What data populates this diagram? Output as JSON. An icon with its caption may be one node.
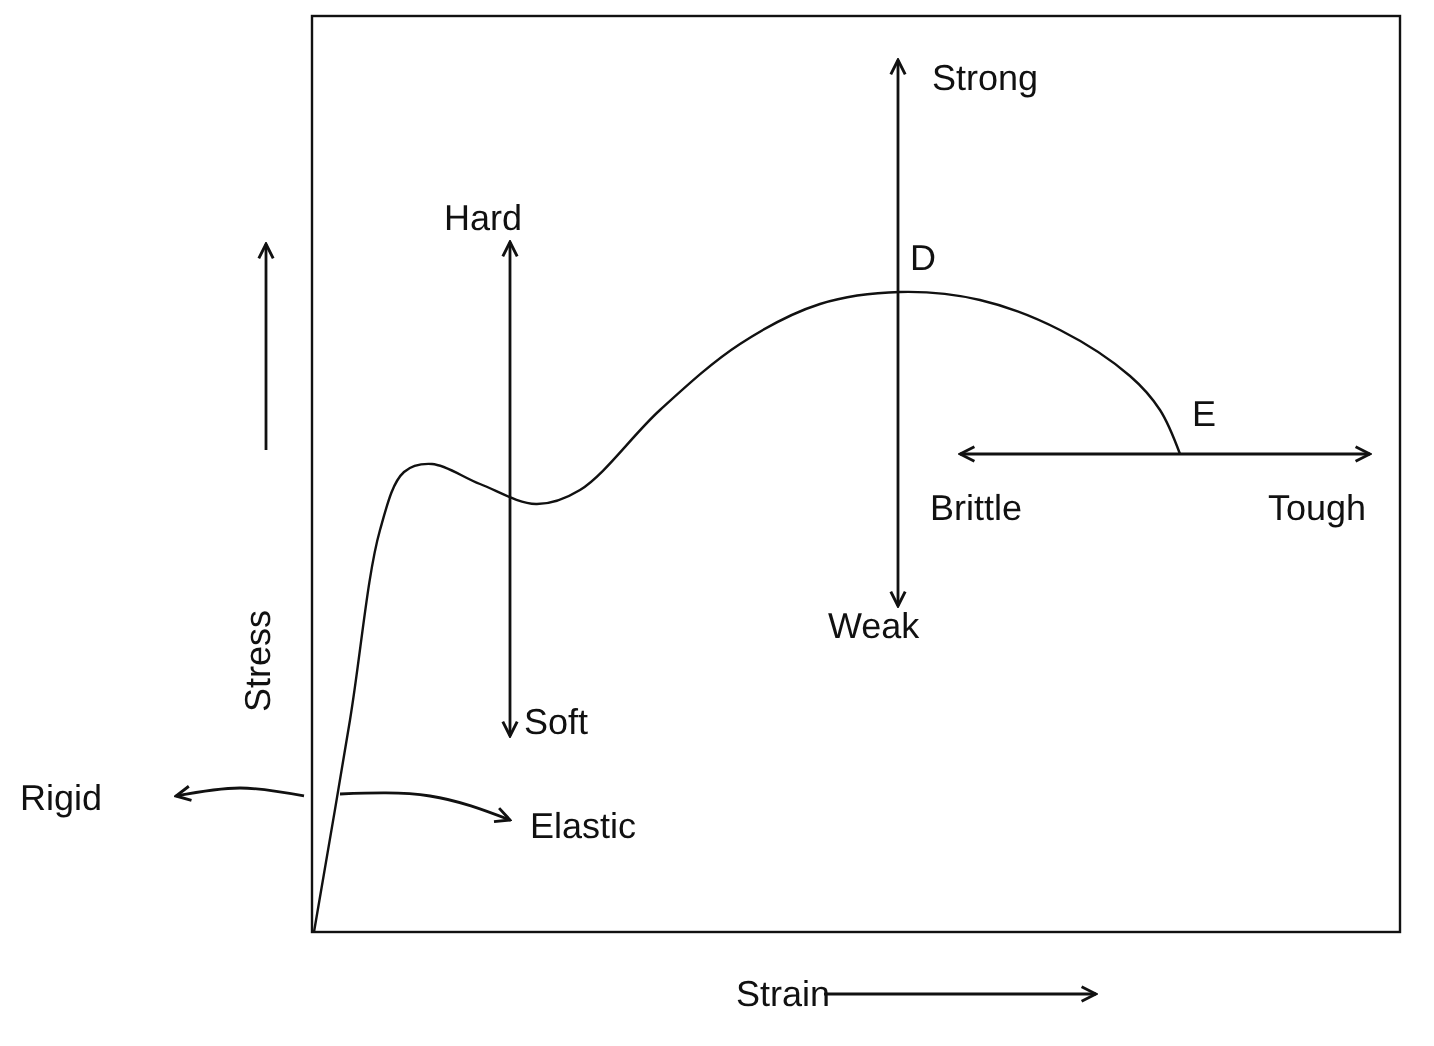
{
  "diagram": {
    "nodes": [
      {
        "text": [
          "Hard"
        ]
      },
      {
        "text": [
          "Soft"
        ]
      },
      {
        "text": [
          "Strong"
        ]
      },
      {
        "text": [
          "Weak"
        ]
      },
      {
        "text": [
          "Brittle"
        ]
      },
      {
        "text": [
          "Tough"
        ]
      },
      {
        "text": [
          "Rigid"
        ]
      },
      {
        "text": [
          "Elastic"
        ]
      }
    ],
    "edges": [
      {
        "from": 0,
        "to": 1,
        "arrow": "both"
      },
      {
        "from": 2,
        "to": 3,
        "arrow": "both"
      },
      {
        "from": 4,
        "to": 5,
        "arrow": "both"
      },
      {
        "from": null,
        "to": 6,
        "arrow": "to"
      },
      {
        "from": null,
        "to": 7,
        "arrow": "to"
      }
    ],
    "labels": [
      "D",
      "E",
      "Stress",
      "Strain"
    ]
  }
}
